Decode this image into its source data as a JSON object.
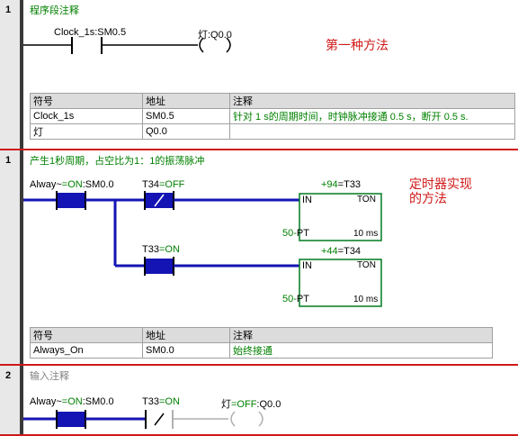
{
  "network1": {
    "number": "1",
    "comment": "程序段注释",
    "contact": "Clock_1s:SM0.5",
    "coil": "灯:Q0.0",
    "note": "第一种方法",
    "table": {
      "headers": [
        "符号",
        "地址",
        "注释"
      ],
      "rows": [
        [
          "Clock_1s",
          "SM0.5",
          "针对 1 s的周期时间，时钟脉冲接通 0.5 s，断开 0.5 s."
        ],
        [
          "灯",
          "Q0.0",
          ""
        ]
      ]
    }
  },
  "network2": {
    "number": "1",
    "comment": "产生1秒周期，占空比为1：1的振荡脉冲",
    "c1_name": "Alway~",
    "c1_state": "=ON",
    "c1_addr": ":SM0.0",
    "c2_name": "T34",
    "c2_state": "=OFF",
    "c3_name": "T33",
    "c3_state": "=ON",
    "t1_val": "+94",
    "t1_name": "=T33",
    "t2_val": "+44",
    "t2_name": "=T34",
    "in": "IN",
    "ton": "TON",
    "pt": "PT",
    "pt1": "50-",
    "pt2": "50-",
    "base": "10 ms",
    "note_line1": "定时器实现",
    "note_line2": "的方法",
    "table": {
      "headers": [
        "符号",
        "地址",
        "注释"
      ],
      "rows": [
        [
          "Always_On",
          "SM0.0",
          "始终接通"
        ]
      ]
    }
  },
  "network3": {
    "number": "2",
    "comment": "输入注释",
    "c1_name": "Alway~",
    "c1_state": "=ON",
    "c1_addr": ":SM0.0",
    "c2_name": "T33",
    "c2_state": "=ON",
    "coil_name": "灯",
    "coil_state": "=OFF",
    "coil_addr": ":Q0.0"
  },
  "colors": {
    "energized": "#1414b4",
    "box": "#007a20",
    "network_border": "#d01818"
  }
}
